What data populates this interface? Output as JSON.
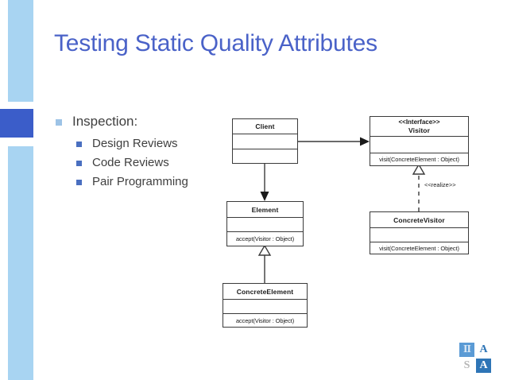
{
  "slide": {
    "title": "Testing Static Quality Attributes",
    "title_color": "#4a62c8",
    "background_color": "#ffffff"
  },
  "decor": {
    "light_bar_color": "#a8d4f2",
    "dark_bar_color": "#3b5dc9"
  },
  "content": {
    "bullet_l1": {
      "label": "Inspection:",
      "marker_color": "#9dc3e6"
    },
    "sub_bullets": [
      {
        "label": "Design Reviews"
      },
      {
        "label": "Code Reviews"
      },
      {
        "label": "Pair Programming"
      }
    ],
    "sub_marker_color": "#4a6fc0"
  },
  "diagram": {
    "type": "uml-class-diagram",
    "classes": [
      {
        "id": "client",
        "name": "Client",
        "stereotype": "",
        "attributes": "",
        "methods": ""
      },
      {
        "id": "visitor",
        "stereotype": "<<Interface>>",
        "name": "Visitor",
        "attributes": "",
        "methods": "visit(ConcreteElement : Object)"
      },
      {
        "id": "element",
        "stereotype": "",
        "name": "Element",
        "attributes": "",
        "methods": "accept(Visitor : Object)"
      },
      {
        "id": "concrete-visitor",
        "stereotype": "",
        "name": "ConcreteVisitor",
        "attributes": "",
        "methods": "visit(ConcreteElement : Object)"
      },
      {
        "id": "concrete-element",
        "stereotype": "",
        "name": "ConcreteElement",
        "attributes": "",
        "methods": "accept(Visitor : Object)"
      }
    ],
    "relations": [
      {
        "from": "client",
        "to": "visitor",
        "style": "solid",
        "arrow": "filled",
        "label": ""
      },
      {
        "from": "client",
        "to": "element",
        "style": "solid",
        "arrow": "filled",
        "label": ""
      },
      {
        "from": "concrete-visitor",
        "to": "visitor",
        "style": "dashed",
        "arrow": "hollow-triangle",
        "label": "<<realize>>"
      },
      {
        "from": "concrete-element",
        "to": "element",
        "style": "solid",
        "arrow": "hollow-triangle",
        "label": ""
      }
    ]
  },
  "logo": {
    "cells": [
      {
        "letter": "II",
        "position": "top-left"
      },
      {
        "letter": "A",
        "position": "top-right"
      },
      {
        "letter": "S",
        "position": "bottom-left"
      },
      {
        "letter": "A",
        "position": "bottom-right"
      }
    ]
  }
}
